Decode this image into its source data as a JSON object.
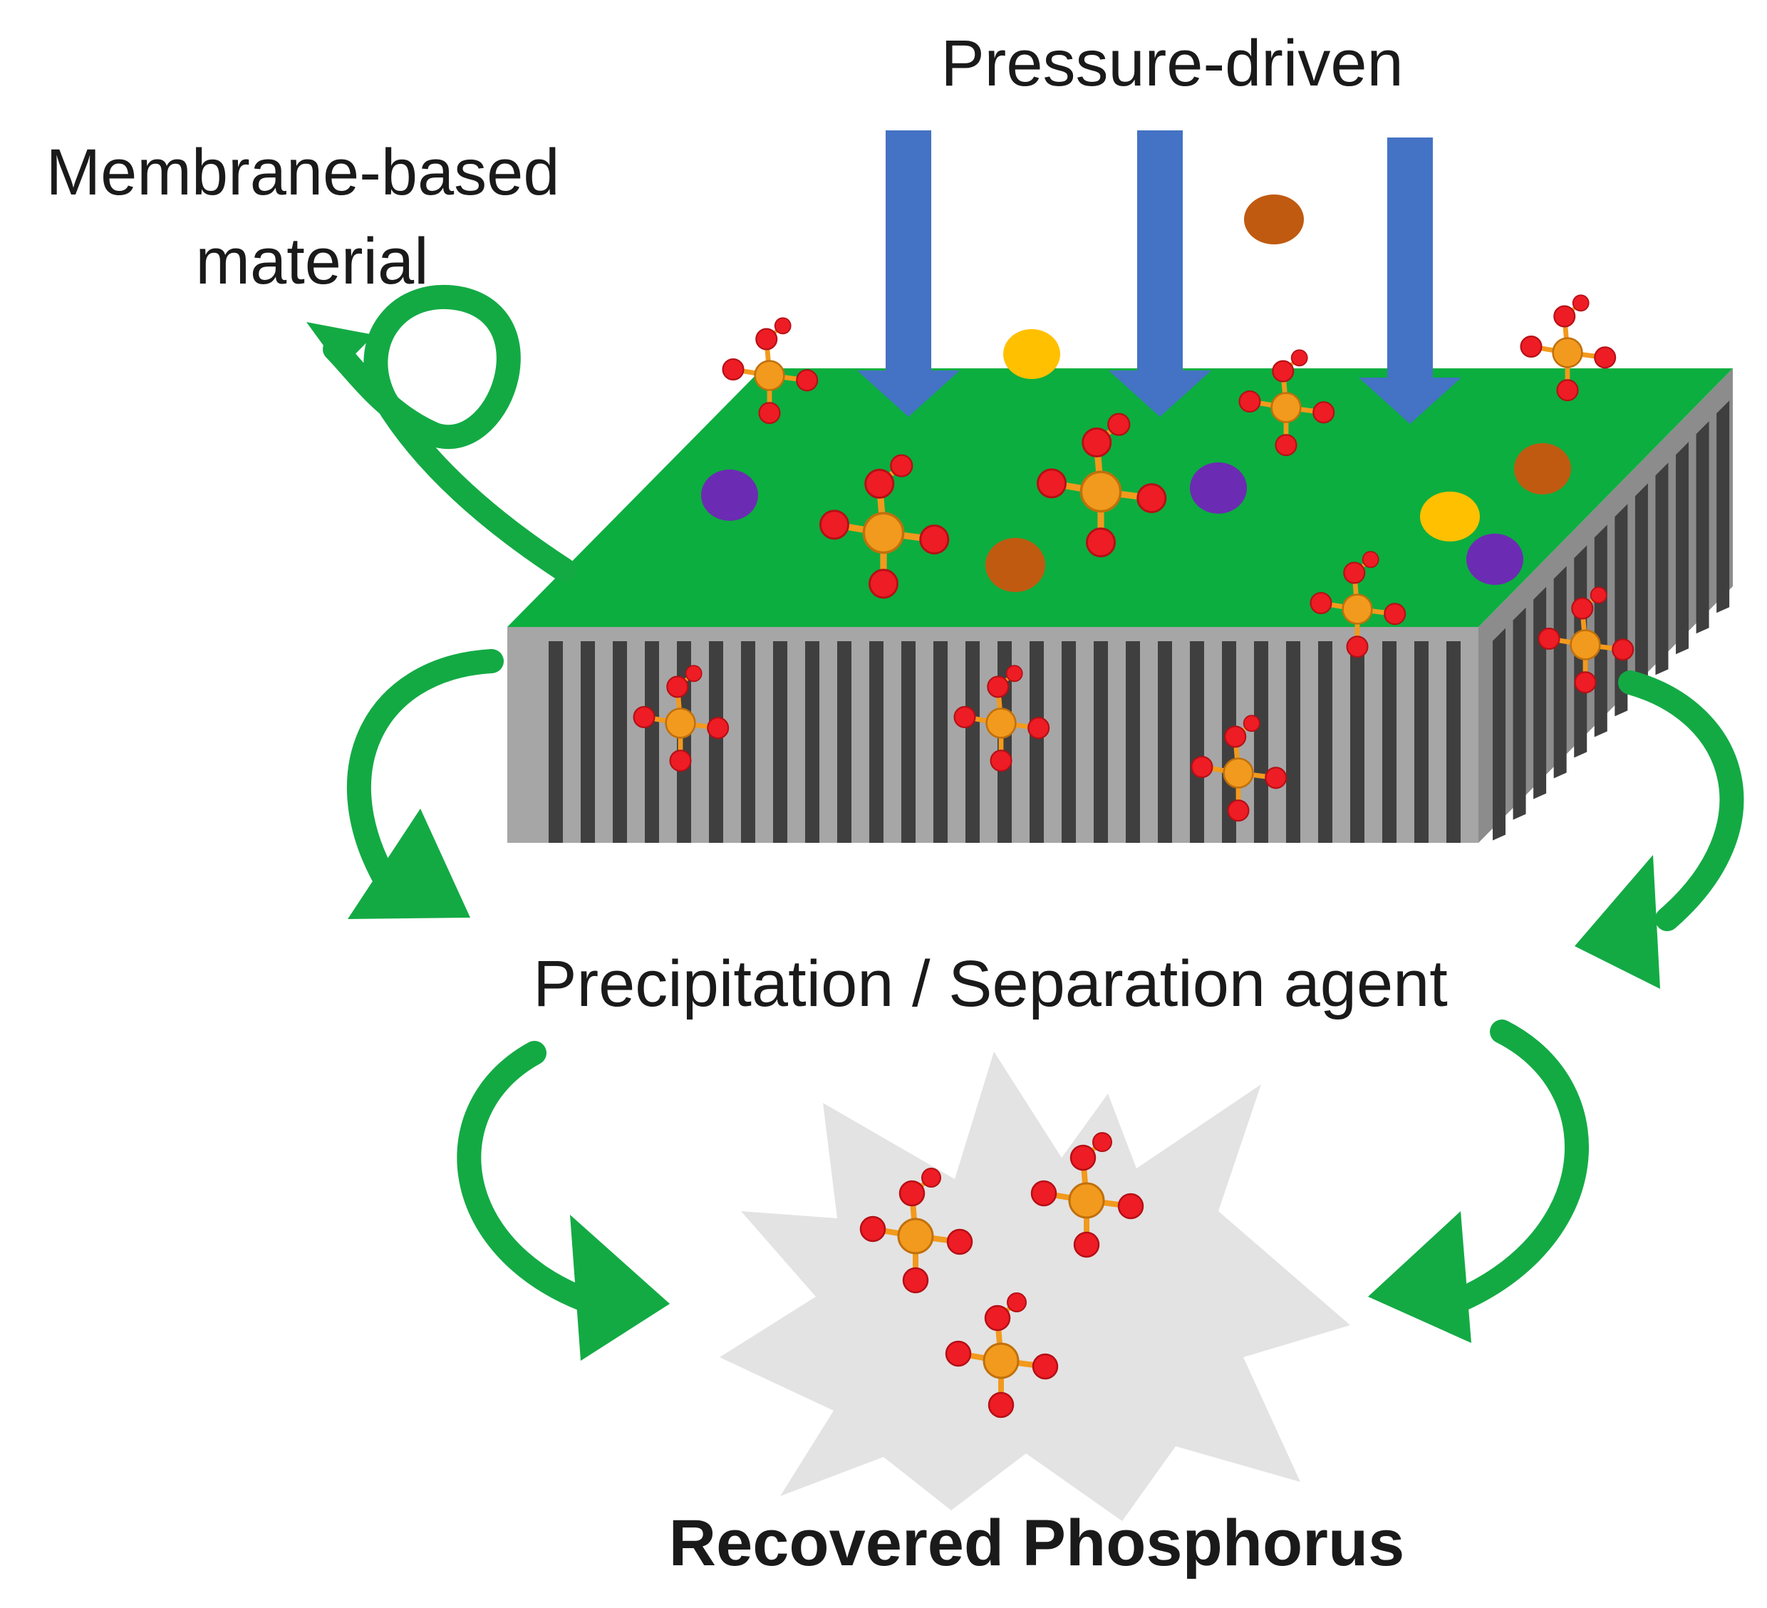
{
  "labels": {
    "pressure": "Pressure-driven",
    "membrane_line1": "Membrane-based",
    "membrane_line2": "material",
    "precipitation": "Precipitation / Separation agent",
    "recovered": "Recovered Phosphorus"
  },
  "colors": {
    "membrane_top": "#0cae3f",
    "membrane_front": "#a6a6a6",
    "membrane_side": "#8c8c8c",
    "pore": "#3f3f3f",
    "pressure_arrow": "#4472c4",
    "flow_arrow": "#13aa44",
    "burst": "#e3e3e3",
    "phosphorus_atom": "#f29a1d",
    "oxygen_atom": "#ee1c24",
    "particle_purple": "#6c2bb3",
    "particle_yellow": "#ffc000",
    "particle_brown": "#c05a10"
  },
  "icons": {
    "pressure_arrows": "down-arrow-icon",
    "phosphate": "phosphate-molecule-icon",
    "flow": "curved-arrow-icon",
    "recovered_cluster": "starburst-icon"
  }
}
